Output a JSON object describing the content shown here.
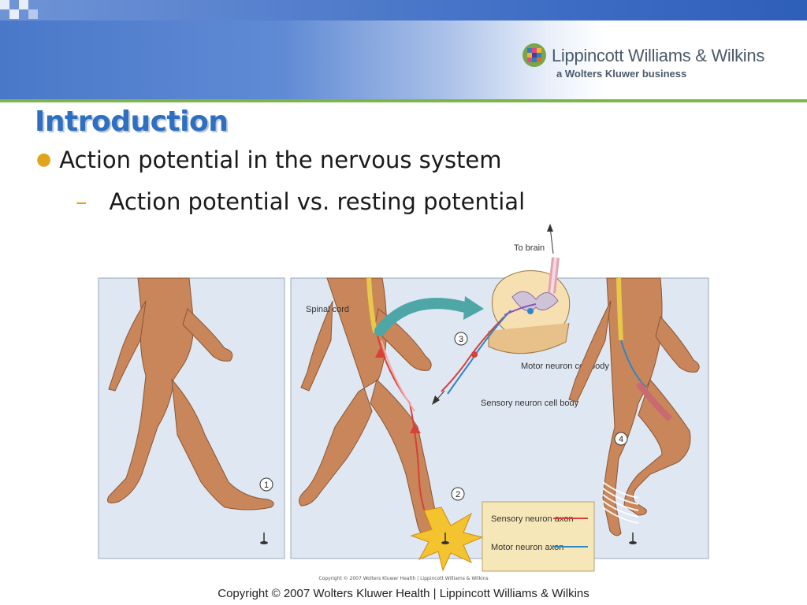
{
  "header": {
    "logo_name": "Lippincott Williams & Wilkins",
    "logo_subtitle": "a Wolters Kluwer business"
  },
  "slide": {
    "title": "Introduction",
    "bullets": [
      {
        "level": 1,
        "text": "Action potential in the nervous system"
      },
      {
        "level": 2,
        "text": "Action potential vs. resting potential"
      }
    ]
  },
  "figure": {
    "labels": {
      "to_brain": "To brain",
      "spinal_cord": "Spinal cord",
      "motor_neuron_cell_body": "Motor neuron cell body",
      "sensory_neuron_cell_body": "Sensory neuron cell body"
    },
    "steps": [
      "1",
      "2",
      "3",
      "4"
    ],
    "legend": [
      {
        "label": "Sensory neuron axon",
        "color": "#d8403a"
      },
      {
        "label": "Motor neuron axon",
        "color": "#2f86c4"
      }
    ],
    "copyright": "Copyright © 2007 Wolters Kluwer Health | Lippincott Williams & Wilkins"
  },
  "footer": {
    "text": "Copyright © 2007 Wolters Kluwer Health | Lippincott Williams & Wilkins"
  },
  "colors": {
    "title": "#2e6fc0",
    "bullet_marker": "#e0a51c",
    "accent_rule": "#7cb548",
    "panel_bg": "#dfe7f3",
    "skin": "#c8865a"
  }
}
